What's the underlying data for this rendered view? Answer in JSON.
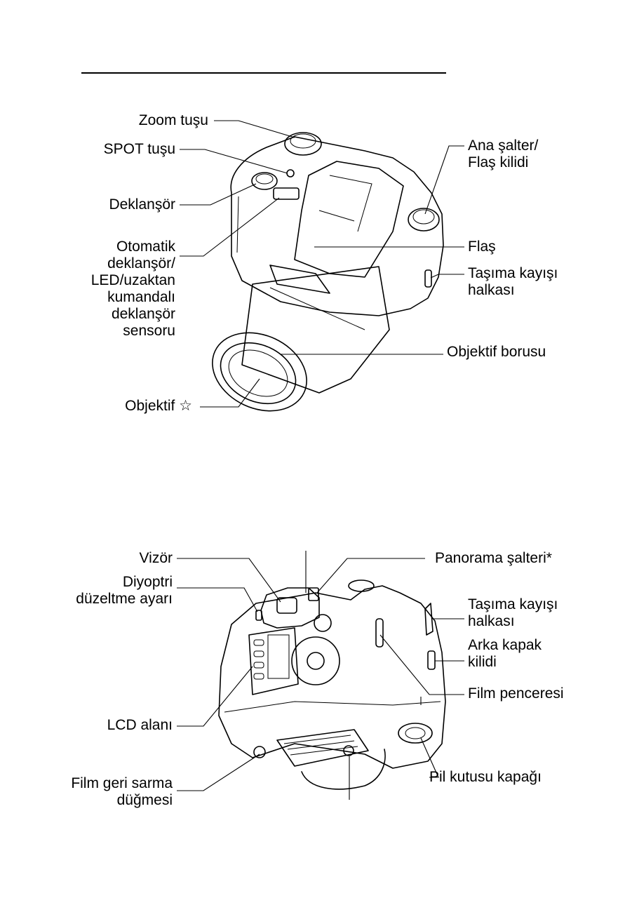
{
  "front_view": {
    "labels": {
      "zoom": "Zoom tuşu",
      "spot": "SPOT tuşu",
      "shutter": "Deklanşör",
      "self_timer": [
        "Otomatik",
        "deklanşör/",
        "LED/uzaktan",
        "kumandalı",
        "deklanşör",
        "sensoru"
      ],
      "lens": "Objektif ☆",
      "main_switch": [
        "Ana şalter/",
        "Flaş kilidi"
      ],
      "flash": "Flaş",
      "strap_eyelet": [
        "Taşıma kayışı",
        "halkası"
      ],
      "lens_barrel": "Objektif borusu"
    }
  },
  "back_view": {
    "labels": {
      "viewfinder": "Vizör",
      "diopter": [
        "Diyoptri",
        "düzeltme ayarı"
      ],
      "lcd": "LCD alanı",
      "rewind": [
        "Film geri sarma",
        "düğmesi"
      ],
      "panorama": "Panorama şalteri*",
      "strap_eyelet": [
        "Taşıma kayışı",
        "halkası"
      ],
      "back_lock": [
        "Arka kapak",
        "kilidi"
      ],
      "film_window": "Film penceresi",
      "battery_cover": "Pil kutusu kapağı"
    }
  }
}
